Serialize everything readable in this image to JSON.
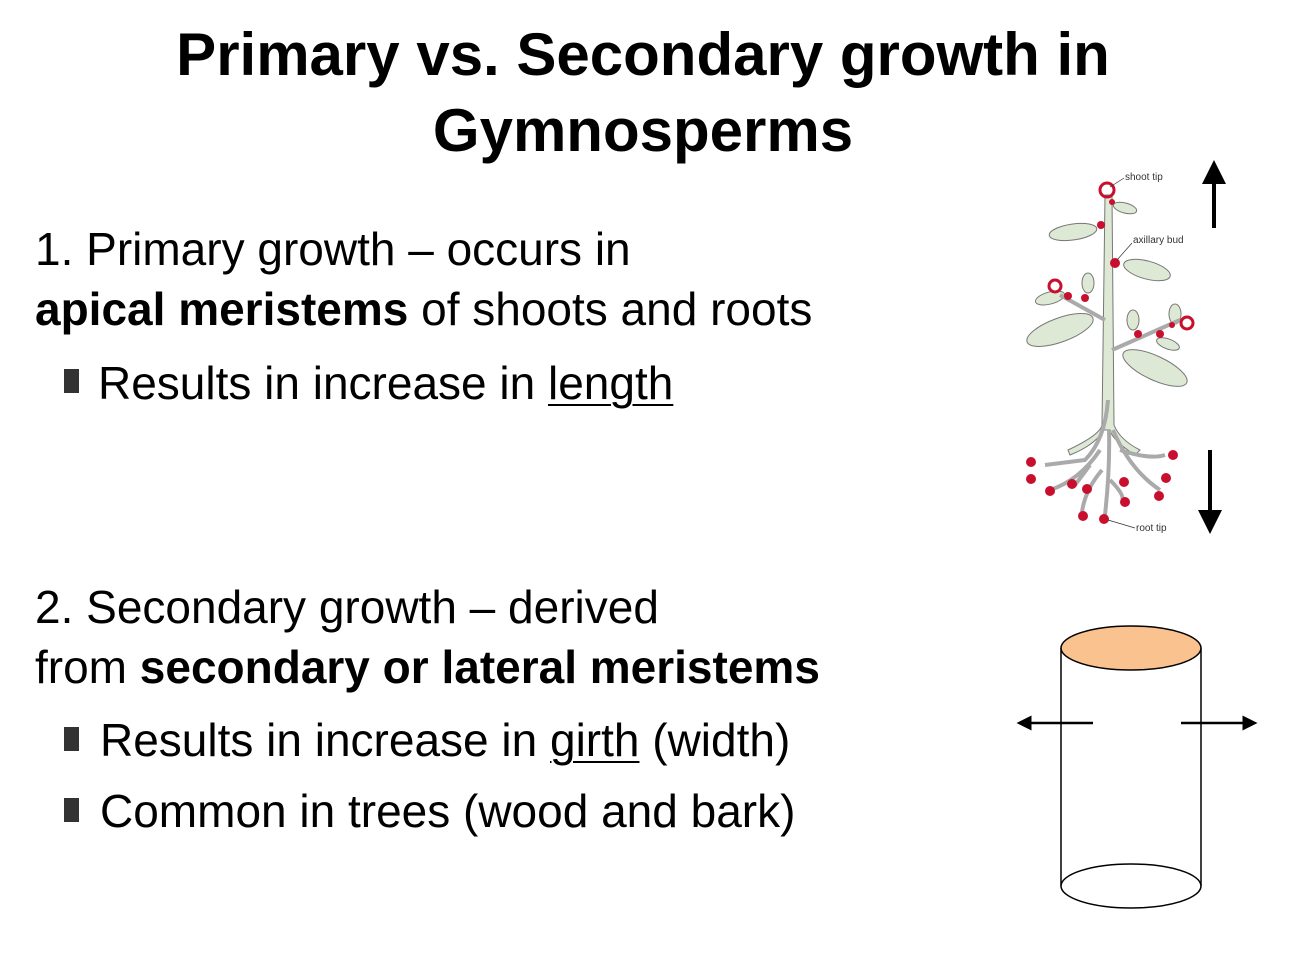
{
  "title": {
    "line1": "Primary vs. Secondary growth in",
    "line2": "Gymnosperms"
  },
  "primary": {
    "line1": "1. Primary growth – occurs in",
    "bold": "apical meristems",
    "line2_rest": " of shoots and roots",
    "bullet_prefix": "Results in increase in ",
    "bullet_underlined": "length"
  },
  "secondary": {
    "line1": "2. Secondary growth – derived",
    "line2_prefix": "from ",
    "bold": "secondary or lateral meristems",
    "bullet1_prefix": "Results in increase in ",
    "bullet1_underlined": "girth",
    "bullet1_suffix": " (width)",
    "bullet2": "Common in trees (wood and bark)"
  },
  "plant_diagram": {
    "labels": {
      "shoot_tip": "shoot tip",
      "axillary_bud": "axillary bud",
      "root_tip": "root tip"
    }
  },
  "colors": {
    "meristem": "#c8102e",
    "plant": "#dde9d5",
    "cylinder_top": "#fac28e"
  }
}
